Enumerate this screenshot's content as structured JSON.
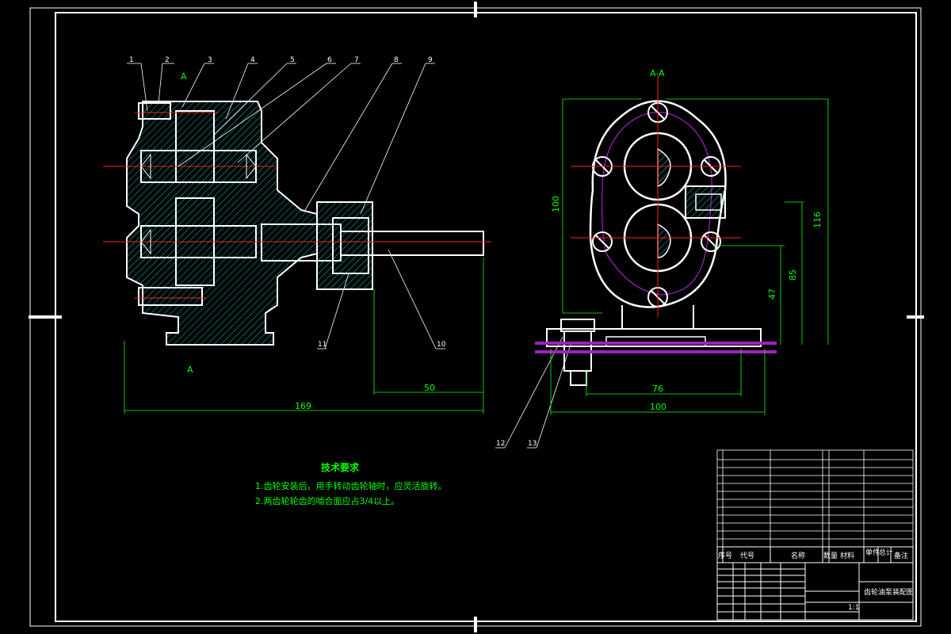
{
  "section_label_top": "A-A",
  "section_marker_top": "A",
  "section_marker_bottom": "A",
  "callouts": [
    "1",
    "2",
    "3",
    "4",
    "5",
    "6",
    "7",
    "8",
    "9",
    "10",
    "11",
    "12",
    "13"
  ],
  "dimensions": {
    "overall_length": "169",
    "shaft_length": "50",
    "height_total": "100",
    "height_116": "116",
    "height_85": "85",
    "height_47": "47",
    "base_76": "76",
    "base_100": "100"
  },
  "tech_requirements": {
    "title": "技术要求",
    "items": [
      "1.齿轮安装后，用手转动齿轮轴时，应灵活旋转。",
      "2.两齿轮轮齿的啮合面应占3/4以上。"
    ]
  },
  "title_block": {
    "headers": [
      "序号",
      "代号",
      "名称",
      "数量",
      "材料",
      "单件",
      "总计",
      "备注"
    ],
    "drawing_name": "齿轮油泵装配图",
    "scale": "1:1"
  }
}
